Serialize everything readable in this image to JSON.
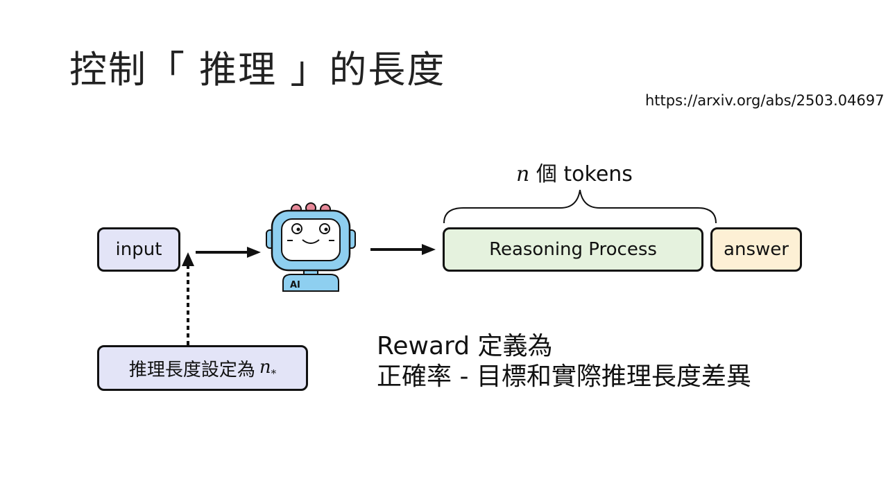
{
  "title": "控制「 推理 」的長度",
  "source_url": "https://arxiv.org/abs/2503.04697",
  "diagram": {
    "input_label": "input",
    "constraint_label": "推理長度設定為",
    "constraint_var": "n",
    "constraint_subscript": "*",
    "robot_badge": "AI",
    "reasoning_label": "Reasoning Process",
    "answer_label": "answer",
    "tokens_var": "n",
    "tokens_label": "個 tokens"
  },
  "reward": {
    "line1": "Reward 定義為",
    "line2": "正確率 - 目標和實際推理長度差異"
  },
  "colors": {
    "input_fill": "#e3e4f7",
    "reasoning_fill": "#e5f2de",
    "answer_fill": "#fdf0d5",
    "robot_body": "#8ecff0",
    "robot_antenna": "#e88a9a"
  }
}
